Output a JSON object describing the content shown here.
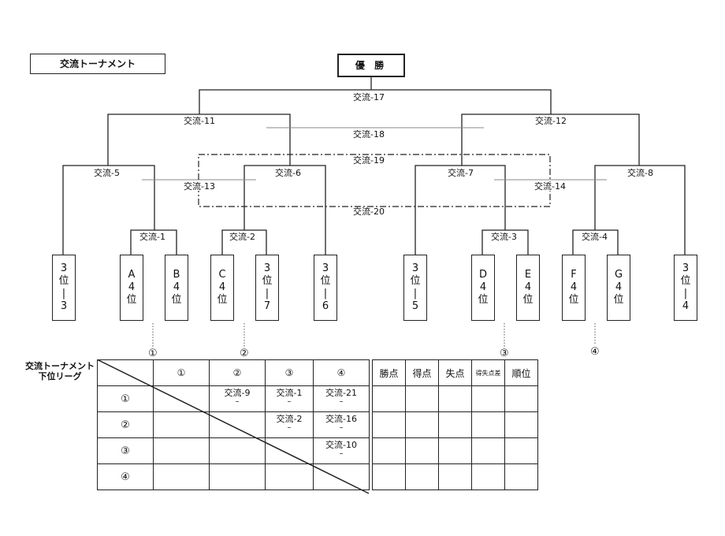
{
  "title": "交流トーナメント",
  "champion": "優 勝",
  "matches": {
    "m1": "交流-1",
    "m2": "交流-2",
    "m3": "交流-3",
    "m4": "交流-4",
    "m5": "交流-5",
    "m6": "交流-6",
    "m7": "交流-7",
    "m8": "交流-8",
    "m11": "交流-11",
    "m12": "交流-12",
    "m13": "交流-13",
    "m14": "交流-14",
    "m17": "交流-17",
    "m18": "交流-18",
    "m19": "交流-19",
    "m20": "交流-20"
  },
  "teams": [
    "3\n位\n|\n3",
    "A\n4\n位",
    "B\n4\n位",
    "C\n4\n位",
    "3\n位\n|\n7",
    "3\n位\n|\n6",
    "3\n位\n|\n5",
    "D\n4\n位",
    "E\n4\n位",
    "F\n4\n位",
    "G\n4\n位",
    "3\n位\n|\n4"
  ],
  "groups": [
    "①",
    "②",
    "③",
    "④"
  ],
  "league": {
    "title_line1": "交流トーナメント",
    "title_line2": "下位リーグ",
    "col_headers": [
      "①",
      "②",
      "③",
      "④"
    ],
    "stat_headers": [
      "勝点",
      "得点",
      "失点",
      "得失点差",
      "順位"
    ],
    "row_headers": [
      "①",
      "②",
      "③",
      "④"
    ],
    "cells": [
      [
        "",
        "交流-9",
        "交流-1",
        "交流-21"
      ],
      [
        "",
        "",
        "交流-2",
        "交流-16"
      ],
      [
        "",
        "",
        "",
        "交流-10"
      ],
      [
        "",
        "",
        "",
        ""
      ]
    ],
    "dash": "–"
  }
}
